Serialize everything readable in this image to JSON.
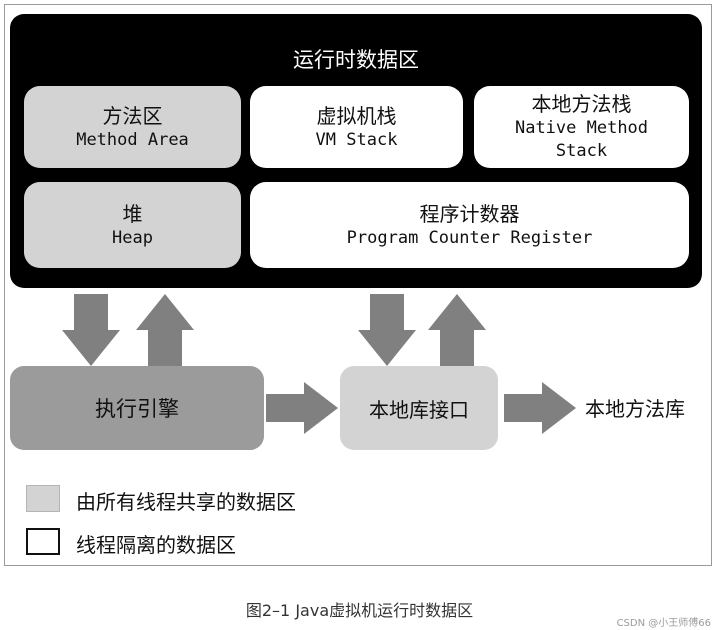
{
  "runtime_area": {
    "title": "运行时数据区",
    "method_area": {
      "cn": "方法区",
      "en": "Method Area"
    },
    "vm_stack": {
      "cn": "虚拟机栈",
      "en": "VM Stack"
    },
    "native_method_stack": {
      "cn": "本地方法栈",
      "en_line1": "Native Method",
      "en_line2": "Stack"
    },
    "heap": {
      "cn": "堆",
      "en": "Heap"
    },
    "pc_register": {
      "cn": "程序计数器",
      "en": "Program Counter Register"
    }
  },
  "execution_engine": "执行引擎",
  "native_interface": "本地库接口",
  "native_library": "本地方法库",
  "legend": {
    "shared": "由所有线程共享的数据区",
    "isolated": "线程隔离的数据区"
  },
  "caption": "图2–1 Java虚拟机运行时数据区",
  "watermark": "CSDN @小王师傅66",
  "colors": {
    "runtime_bg": "#000000",
    "shared_fill": "#d3d3d3",
    "isolated_fill": "#ffffff",
    "engine_fill": "#9b9b9b",
    "arrow_fill": "#808080"
  }
}
